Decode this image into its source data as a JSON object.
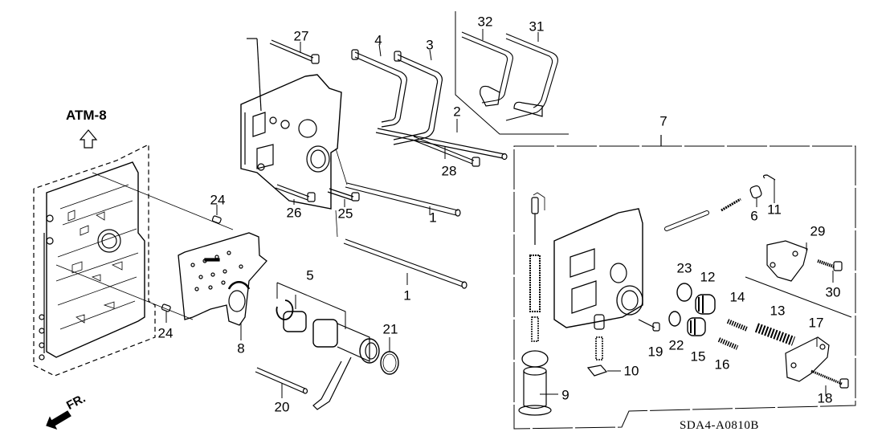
{
  "diagram": {
    "type": "exploded-parts-diagram",
    "reference_label": "ATM-8",
    "direction_label": "FR.",
    "diagram_code": "SDA4-A0810B",
    "colors": {
      "ink": "#000000",
      "background": "#ffffff"
    }
  },
  "callouts": [
    {
      "id": "1a",
      "label": "1"
    },
    {
      "id": "1b",
      "label": "1"
    },
    {
      "id": "2",
      "label": "2"
    },
    {
      "id": "3",
      "label": "3"
    },
    {
      "id": "4",
      "label": "4"
    },
    {
      "id": "5",
      "label": "5"
    },
    {
      "id": "6",
      "label": "6"
    },
    {
      "id": "7",
      "label": "7"
    },
    {
      "id": "8",
      "label": "8"
    },
    {
      "id": "9",
      "label": "9"
    },
    {
      "id": "10",
      "label": "10"
    },
    {
      "id": "11",
      "label": "11"
    },
    {
      "id": "12",
      "label": "12"
    },
    {
      "id": "13",
      "label": "13"
    },
    {
      "id": "14",
      "label": "14"
    },
    {
      "id": "15",
      "label": "15"
    },
    {
      "id": "16",
      "label": "16"
    },
    {
      "id": "17",
      "label": "17"
    },
    {
      "id": "18",
      "label": "18"
    },
    {
      "id": "19",
      "label": "19"
    },
    {
      "id": "20",
      "label": "20"
    },
    {
      "id": "21",
      "label": "21"
    },
    {
      "id": "22",
      "label": "22"
    },
    {
      "id": "23",
      "label": "23"
    },
    {
      "id": "24a",
      "label": "24"
    },
    {
      "id": "24b",
      "label": "24"
    },
    {
      "id": "25",
      "label": "25"
    },
    {
      "id": "26",
      "label": "26"
    },
    {
      "id": "27",
      "label": "27"
    },
    {
      "id": "28",
      "label": "28"
    },
    {
      "id": "29",
      "label": "29"
    },
    {
      "id": "30",
      "label": "30"
    },
    {
      "id": "31",
      "label": "31"
    },
    {
      "id": "32",
      "label": "32"
    }
  ]
}
